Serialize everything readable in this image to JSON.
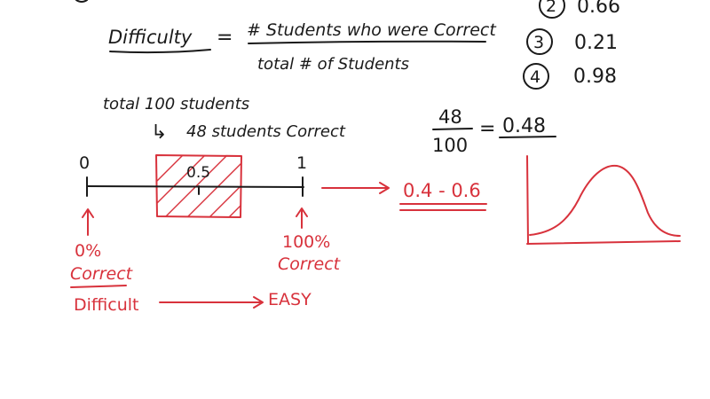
{
  "formula": {
    "label": "Difficulty",
    "equals": "=",
    "numerator": "# Students who were Correct",
    "denominator": "total # of Students"
  },
  "choices": [
    {
      "number": "2",
      "value": "0.66"
    },
    {
      "number": "3",
      "value": "0.21"
    },
    {
      "number": "4",
      "value": "0.98"
    }
  ],
  "example": {
    "total": "total 100 students",
    "correct": "48 students Correct",
    "arrow": "↳"
  },
  "calc": {
    "numerator": "48",
    "denominator": "100",
    "equals": "=",
    "result": "0.48"
  },
  "scale": {
    "left_value": "0",
    "mid_value": "0.5",
    "right_value": "1",
    "left_percent": "0%",
    "left_caption": "Correct",
    "right_percent": "100%",
    "right_caption": "Correct",
    "ideal_range": "0.4 - 0.6"
  },
  "continuum": {
    "start": "Difficult",
    "end": "EASY"
  },
  "colors": {
    "ink": "#1a1a1a",
    "marker": "#d8323c",
    "background": "#ffffff"
  }
}
